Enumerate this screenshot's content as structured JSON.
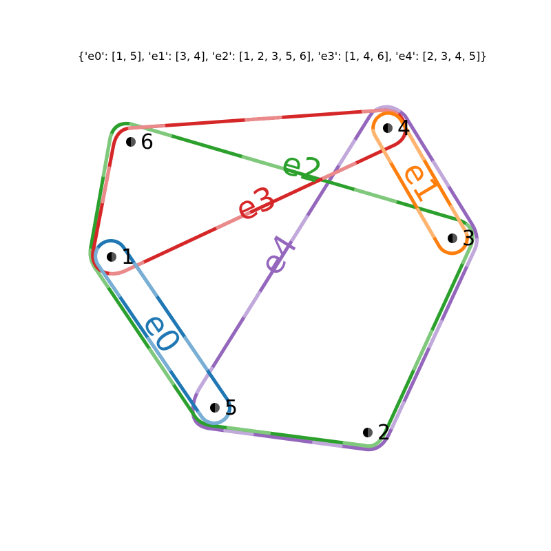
{
  "title": "{'e0': [1, 5], 'e1': [3, 4], 'e2': [1, 2, 3, 5, 6], 'e3': [1, 4, 6], 'e4': [2, 3, 4, 5]}",
  "nodes": [
    {
      "id": "1",
      "label": "1"
    },
    {
      "id": "2",
      "label": "2"
    },
    {
      "id": "3",
      "label": "3"
    },
    {
      "id": "4",
      "label": "4"
    },
    {
      "id": "5",
      "label": "5"
    },
    {
      "id": "6",
      "label": "6"
    }
  ],
  "edges": [
    {
      "id": "e0",
      "label": "e0",
      "members": [
        "1",
        "5"
      ],
      "color": "#1f77b4",
      "light": "#79aed5"
    },
    {
      "id": "e1",
      "label": "e1",
      "members": [
        "3",
        "4"
      ],
      "color": "#ff7f0e",
      "light": "#ffb470"
    },
    {
      "id": "e2",
      "label": "e2",
      "members": [
        "1",
        "2",
        "3",
        "5",
        "6"
      ],
      "color": "#2ca02c",
      "light": "#80c97c"
    },
    {
      "id": "e3",
      "label": "e3",
      "members": [
        "1",
        "4",
        "6"
      ],
      "color": "#d62728",
      "light": "#ea8a8b"
    },
    {
      "id": "e4",
      "label": "e4",
      "members": [
        "2",
        "3",
        "4",
        "5"
      ],
      "color": "#9467bd",
      "light": "#c2a9dc"
    }
  ]
}
